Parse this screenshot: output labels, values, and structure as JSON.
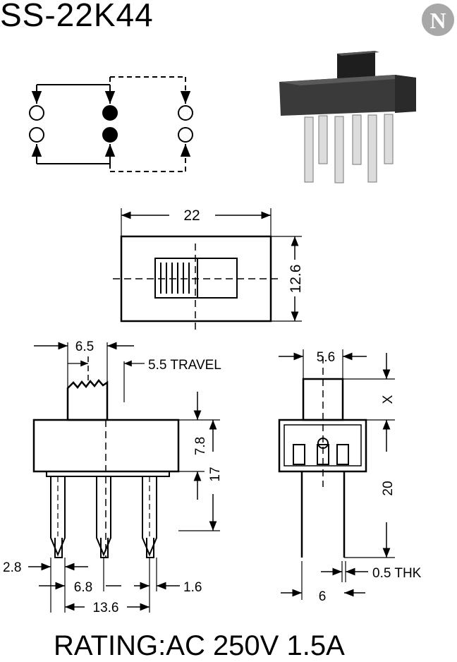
{
  "title": "SS-22K44",
  "logo_letter": "N",
  "rating": "RATING:AC 250V 1.5A",
  "top_view": {
    "width_label": "22",
    "height_label": "12.6"
  },
  "front_view": {
    "handle_width": "6.5",
    "travel": "5.5 TRAVEL",
    "body_height": "7.8",
    "total_height": "17",
    "pin_width": "2.8",
    "pin_pitch": "6.8",
    "pin_offset": "1.6",
    "pin_span": "13.6"
  },
  "side_view": {
    "handle_width": "5.6",
    "handle_height": "X",
    "height": "20",
    "thickness": "0.5 THK",
    "pin_spacing": "6"
  },
  "colors": {
    "ink": "#000000",
    "body": "#3a3a3a",
    "pin": "#dcdcdc"
  }
}
